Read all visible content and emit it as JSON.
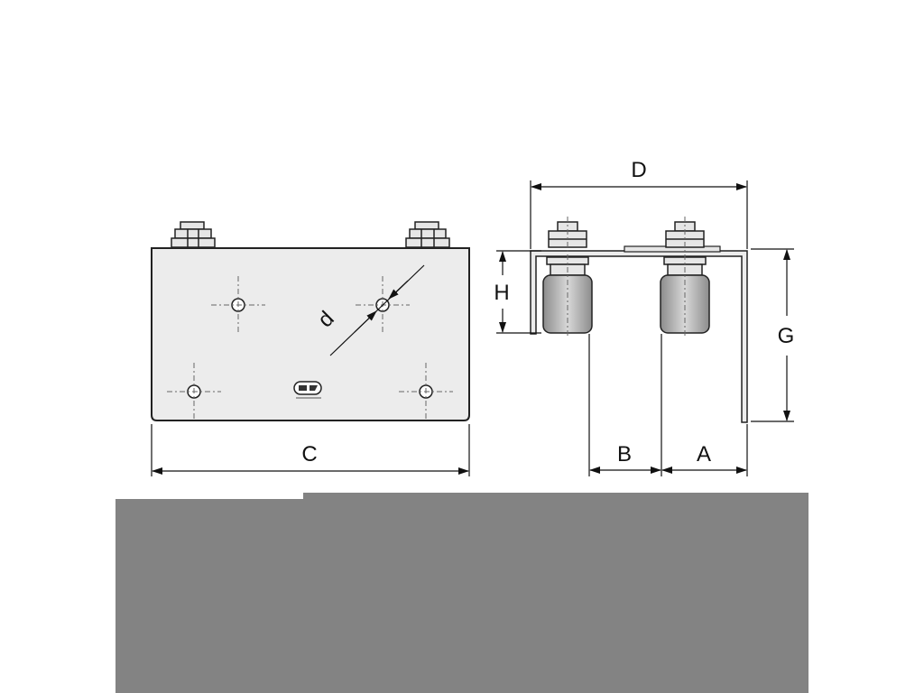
{
  "drawing": {
    "labels": {
      "C": "C",
      "D": "D",
      "H": "H",
      "G": "G",
      "B": "B",
      "A": "A",
      "d": "d"
    }
  },
  "colors": {
    "line": "#222222",
    "plate_fill": "#ececec",
    "footer_gray": "#838383"
  }
}
